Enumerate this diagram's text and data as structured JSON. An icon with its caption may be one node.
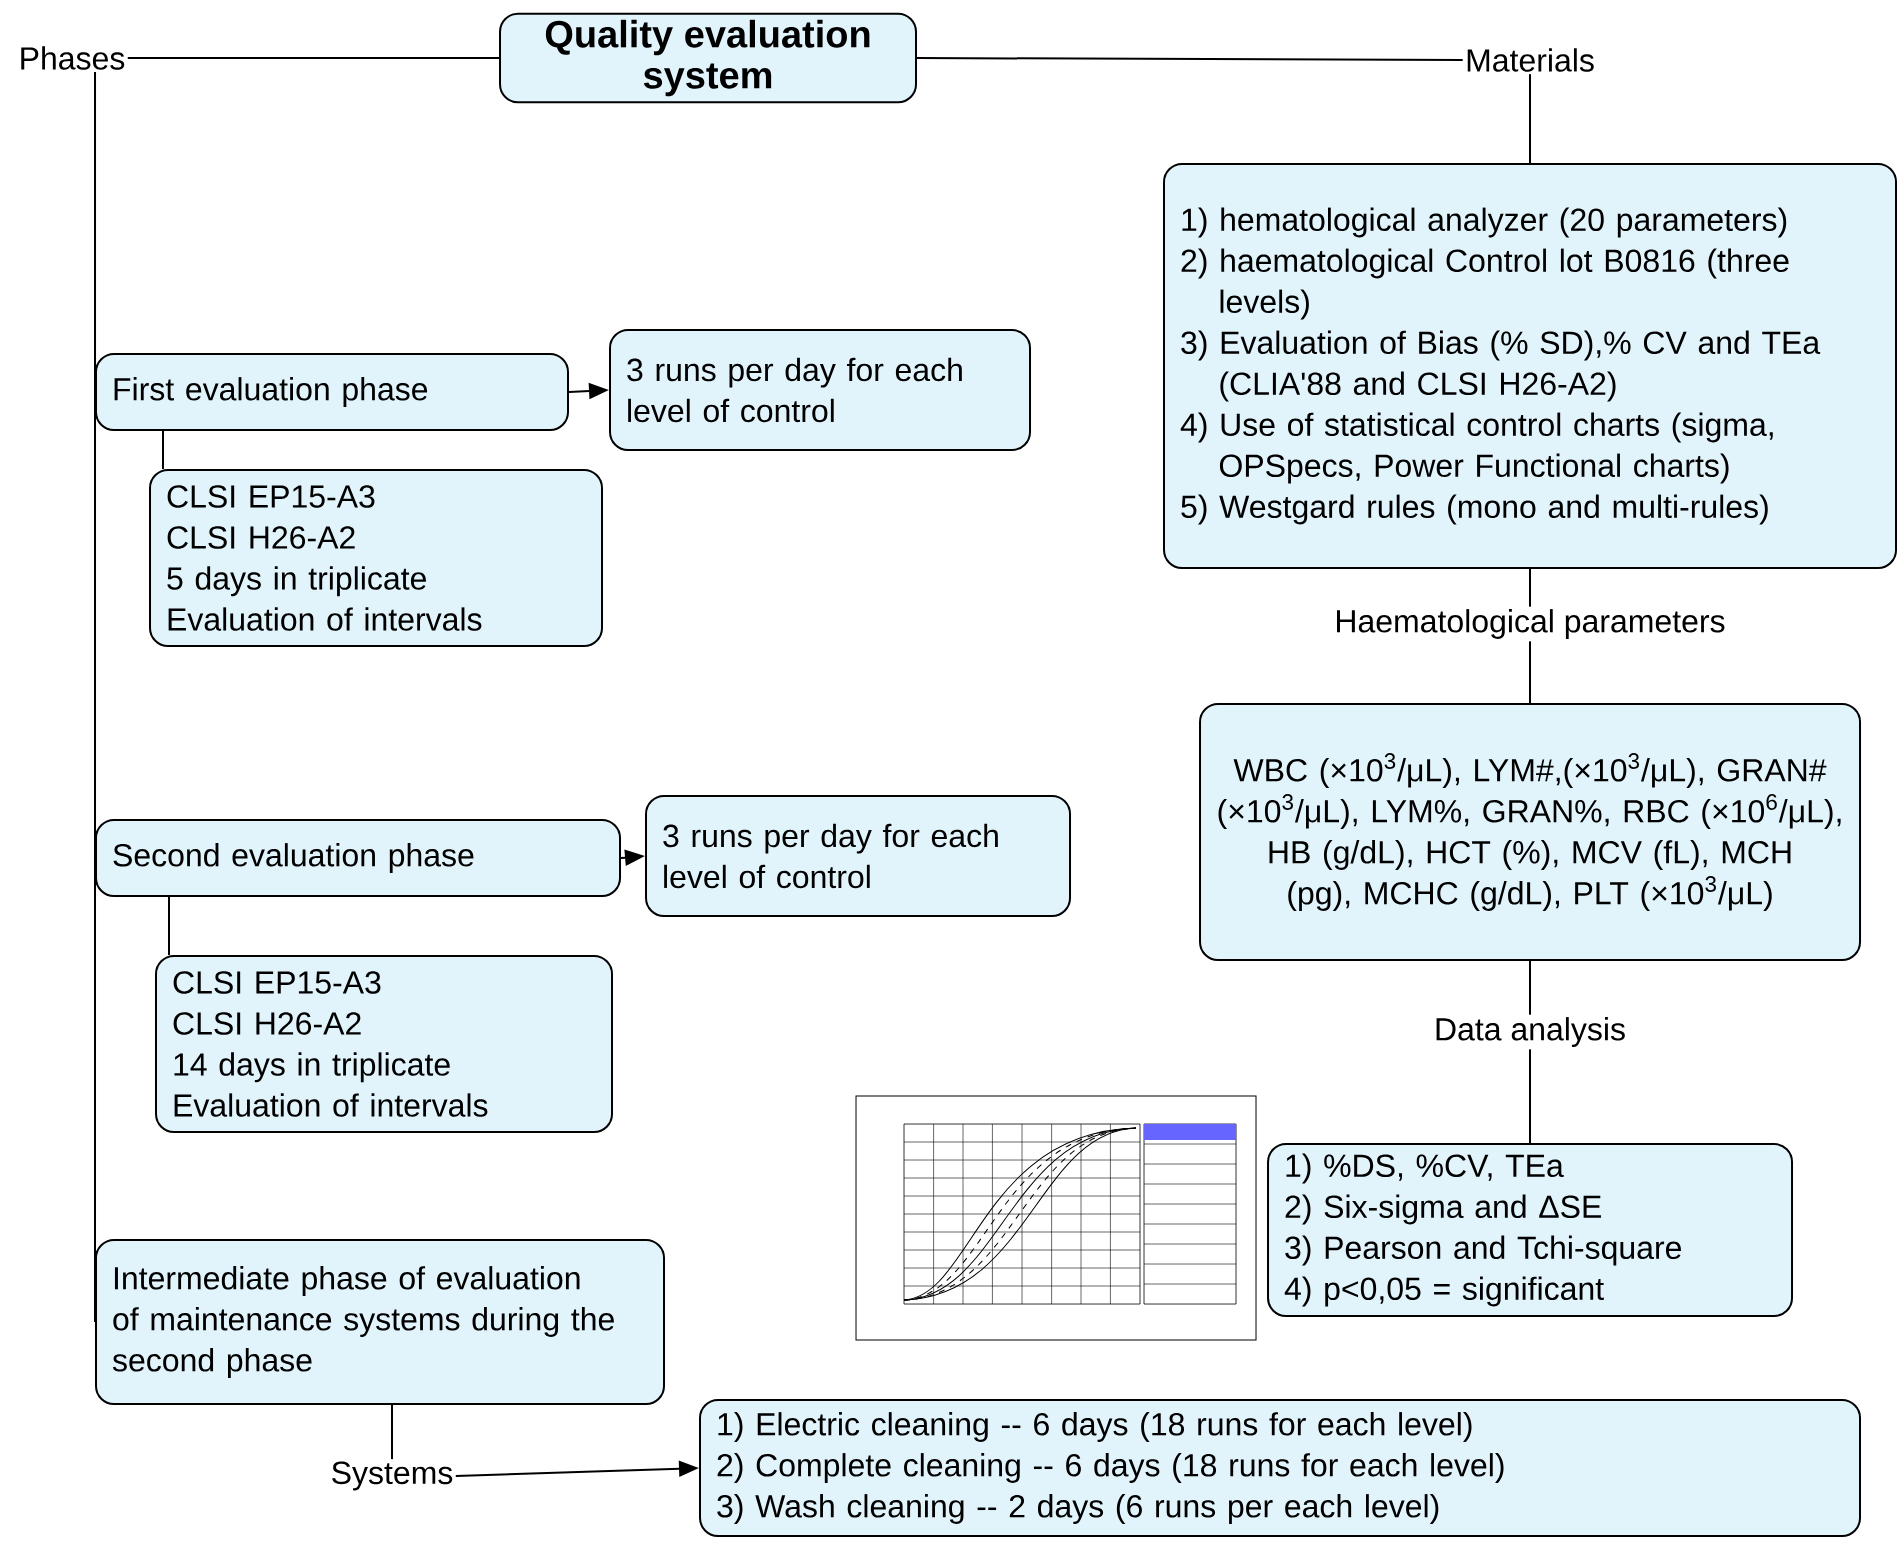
{
  "diagram": {
    "nodes": [
      {
        "text": [
          "Quality evaluation system"
        ]
      },
      {
        "text": [
          "Phases"
        ]
      },
      {
        "text": [
          "Materials"
        ]
      },
      {
        "text": [
          "1) hematological analyzer (20 parameters)",
          "2) haematological Control lot B0816 (three levels)",
          "3) Evaluation of Bias (% SD),% CV and TEa (CLIA'88 and CLSI H26-A2)",
          "4) Use of statistical control charts (sigma, OPSpecs, Power Functional charts)",
          "5) Westgard rules (mono and multi-rules)"
        ]
      },
      {
        "text": [
          "Haematological parameters"
        ]
      },
      {
        "text": [
          "WBC (×10$^{3}$/μL), LYM#,(×10$^{3}$/μL), GRAN# (×10$^{3}$/μL), LYM%, GRAN%, RBC (×10$^{6}$/μL), HB (g/dL), HCT (%), MCV (fL), MCH (pg), MCHC (g/dL), PLT (×10$^{3}$/μL)"
        ]
      },
      {
        "text": [
          "Data analysis"
        ]
      },
      {
        "text": [
          "1) %DS, %CV, TEa",
          "2) Six-sigma and ΔSE",
          "3) Pearson and Tchi-square",
          "4) p<0,05 = significant"
        ]
      },
      {
        "text": [
          "First evaluation phase"
        ]
      },
      {
        "text": [
          "3 runs per day for each level of control"
        ]
      },
      {
        "text": [
          "CLSI EP15-A3",
          "CLSI H26-A2",
          "5 days in triplicate",
          "Evaluation of intervals"
        ]
      },
      {
        "text": [
          "Second evaluation phase"
        ]
      },
      {
        "text": [
          "3 runs per day for each level of control"
        ]
      },
      {
        "text": [
          "CLSI EP15-A3",
          "CLSI H26-A2",
          "14 days in triplicate",
          "Evaluation of intervals"
        ]
      },
      {
        "text": [
          "Intermediate phase of evaluation of maintenance systems during the second phase"
        ]
      },
      {
        "text": [
          "Systems"
        ]
      },
      {
        "text": [
          "1) Electric cleaning -- 6 days (18 runs for each level)",
          "2) Complete cleaning -- 6 days (18 runs for each level)",
          "3) Wash cleaning -- 2 days (6 runs per each level)"
        ]
      }
    ],
    "edges": [
      {
        "from": 0,
        "to": 1,
        "arrow": "none"
      },
      {
        "from": 0,
        "to": 2,
        "arrow": "none"
      },
      {
        "from": 2,
        "to": 3,
        "arrow": "none"
      },
      {
        "from": 3,
        "to": 4,
        "arrow": "none"
      },
      {
        "from": 4,
        "to": 5,
        "arrow": "none"
      },
      {
        "from": 5,
        "to": 6,
        "arrow": "none"
      },
      {
        "from": 6,
        "to": 7,
        "arrow": "none"
      },
      {
        "from": 1,
        "to": 8,
        "arrow": "none"
      },
      {
        "from": 8,
        "to": 9,
        "arrow": "to"
      },
      {
        "from": 8,
        "to": 10,
        "arrow": "none"
      },
      {
        "from": 1,
        "to": 11,
        "arrow": "none"
      },
      {
        "from": 11,
        "to": 12,
        "arrow": "to"
      },
      {
        "from": 11,
        "to": 13,
        "arrow": "none"
      },
      {
        "from": 1,
        "to": 14,
        "arrow": "none"
      },
      {
        "from": 14,
        "to": 15,
        "arrow": "none"
      },
      {
        "from": 15,
        "to": 16,
        "arrow": "to"
      }
    ]
  }
}
